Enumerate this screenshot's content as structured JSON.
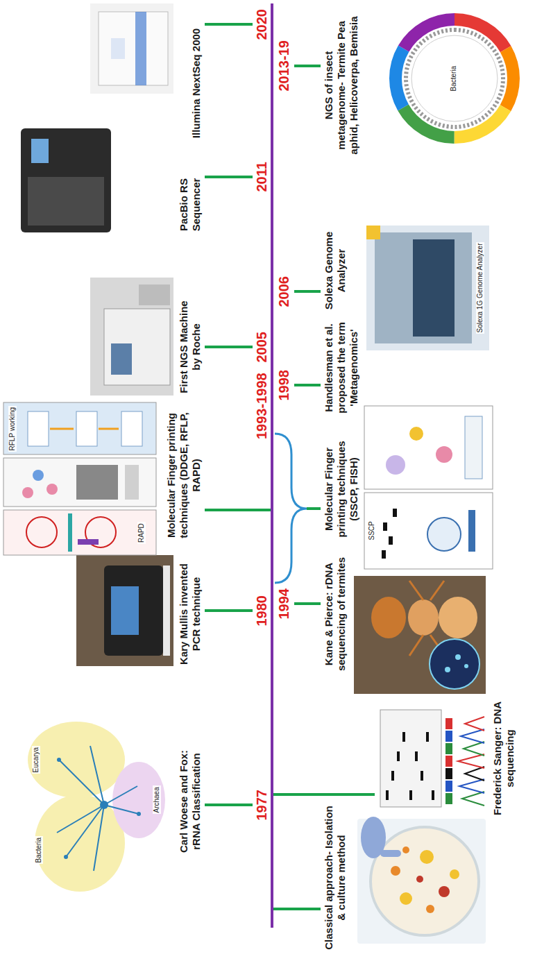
{
  "diagram": {
    "labels": [
      "1977",
      "1980",
      "1993-1998",
      "2005",
      "2011",
      "2020",
      "1994",
      "1998",
      "2006",
      "2013-19",
      "Classical approach- Isolation & culture method",
      "Carl Woese and Fox: rRNA Classification",
      "Frederick Sanger: DNA sequencing",
      "Kary Mullis invented PCR technique",
      "Kane & Pierce: rDNA sequencing of termites",
      "Molecular Finger printing techniques (DDGE, RFLP, RAPD)",
      "Molecular Finger printing techniques (SSCP, FISH)",
      "Handlesman et al. proposed the term 'Metagenomics'",
      "First NGS Machine by Roche",
      "Solexa Genome Analyzer",
      "PacBio RS Sequencer",
      "NGS of insect metagenome- Termite Pea aphid, Helicoverpa, Bemisia",
      "Illumina NextSeq 2000",
      "Bacteria",
      "Archaea",
      "Eucarya",
      "RAPD",
      "RFLP working",
      "SSCP",
      "Solexa 1G Genome Analyzer",
      "Bacteria"
    ]
  }
}
